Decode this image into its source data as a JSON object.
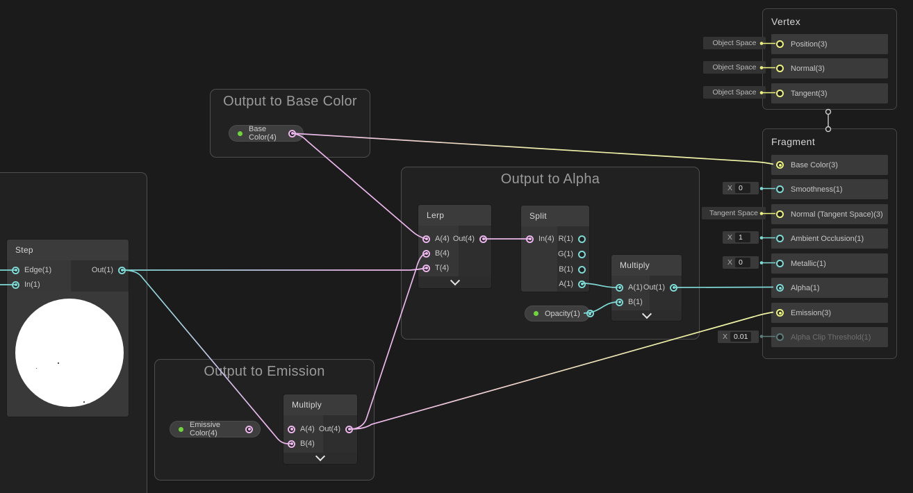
{
  "colors": {
    "background": "#1b1b1b",
    "edge_cyan": "#7fd9d5",
    "edge_pink": "#ecb7ec",
    "edge_yellow": "#eef2a4",
    "port_yellow": "#ecf180",
    "property_green": "#70d43f",
    "group_border": "#4e4e4e"
  },
  "groups": {
    "base_color": {
      "title": "Output to Base Color"
    },
    "alpha": {
      "title": "Output to Alpha"
    },
    "emission": {
      "title": "Output to Emission"
    }
  },
  "nodes": {
    "step": {
      "title": "Step",
      "edge": "Edge(1)",
      "in": "In(1)",
      "out": "Out(1)"
    },
    "lerp": {
      "title": "Lerp",
      "a": "A(4)",
      "b": "B(4)",
      "t": "T(4)",
      "out": "Out(4)"
    },
    "split": {
      "title": "Split",
      "in": "In(4)",
      "r": "R(1)",
      "g": "G(1)",
      "b": "B(1)",
      "a": "A(1)"
    },
    "multiply_alpha": {
      "title": "Multiply",
      "a": "A(1)",
      "b": "B(1)",
      "out": "Out(1)"
    },
    "multiply_emission": {
      "title": "Multiply",
      "a": "A(4)",
      "b": "B(4)",
      "out": "Out(4)"
    }
  },
  "properties": {
    "base_color": {
      "label": "Base Color(4)"
    },
    "opacity": {
      "label": "Opacity(1)"
    },
    "emissive_color": {
      "label": "Emissive Color(4)"
    }
  },
  "stack": {
    "vertex": {
      "title": "Vertex",
      "rows": [
        {
          "label": "Position(3)",
          "space": "Object Space"
        },
        {
          "label": "Normal(3)",
          "space": "Object Space"
        },
        {
          "label": "Tangent(3)",
          "space": "Object Space"
        }
      ]
    },
    "fragment": {
      "title": "Fragment",
      "rows": [
        {
          "label": "Base Color(3)"
        },
        {
          "label": "Smoothness(1)",
          "x": "0"
        },
        {
          "label": "Normal (Tangent Space)(3)",
          "space": "Tangent Space"
        },
        {
          "label": "Ambient Occlusion(1)",
          "x": "1"
        },
        {
          "label": "Metallic(1)",
          "x": "0"
        },
        {
          "label": "Alpha(1)"
        },
        {
          "label": "Emission(3)"
        },
        {
          "label": "Alpha Clip Threshold(1)",
          "x": "0.01"
        }
      ]
    }
  },
  "widgets": {
    "x_label": "X"
  }
}
